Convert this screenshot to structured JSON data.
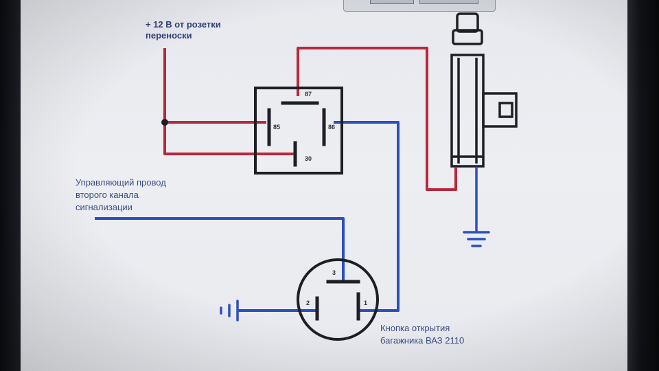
{
  "labels": {
    "power_source": [
      "+ 12 В от розетки",
      "переноски"
    ],
    "control_wire": [
      "Управляющий провод",
      "второго канала",
      "сигнализации"
    ],
    "button": [
      "Кнопка открытия",
      "багажника ВАЗ 2110"
    ]
  },
  "relay": {
    "pins": [
      "87",
      "85",
      "86",
      "30"
    ]
  },
  "button": {
    "pins": [
      "3",
      "2",
      "1"
    ]
  },
  "colors": {
    "power_wire": "#b8283c",
    "signal_wire": "#2c4fc0",
    "outline": "#1e1f24",
    "label_text": "#3a4c86"
  }
}
